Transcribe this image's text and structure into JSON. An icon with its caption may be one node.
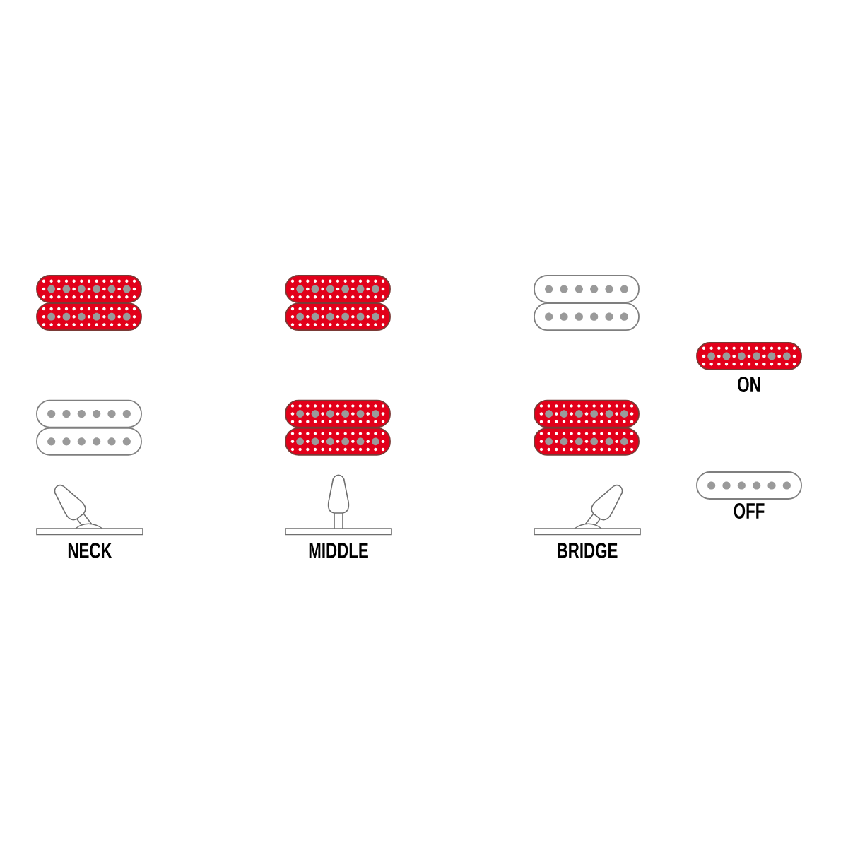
{
  "diagram": {
    "labels": [
      "NECK",
      "MIDDLE",
      "BRIDGE"
    ],
    "legend": [
      {
        "text": "ON"
      },
      {
        "text": "OFF"
      }
    ]
  }
}
